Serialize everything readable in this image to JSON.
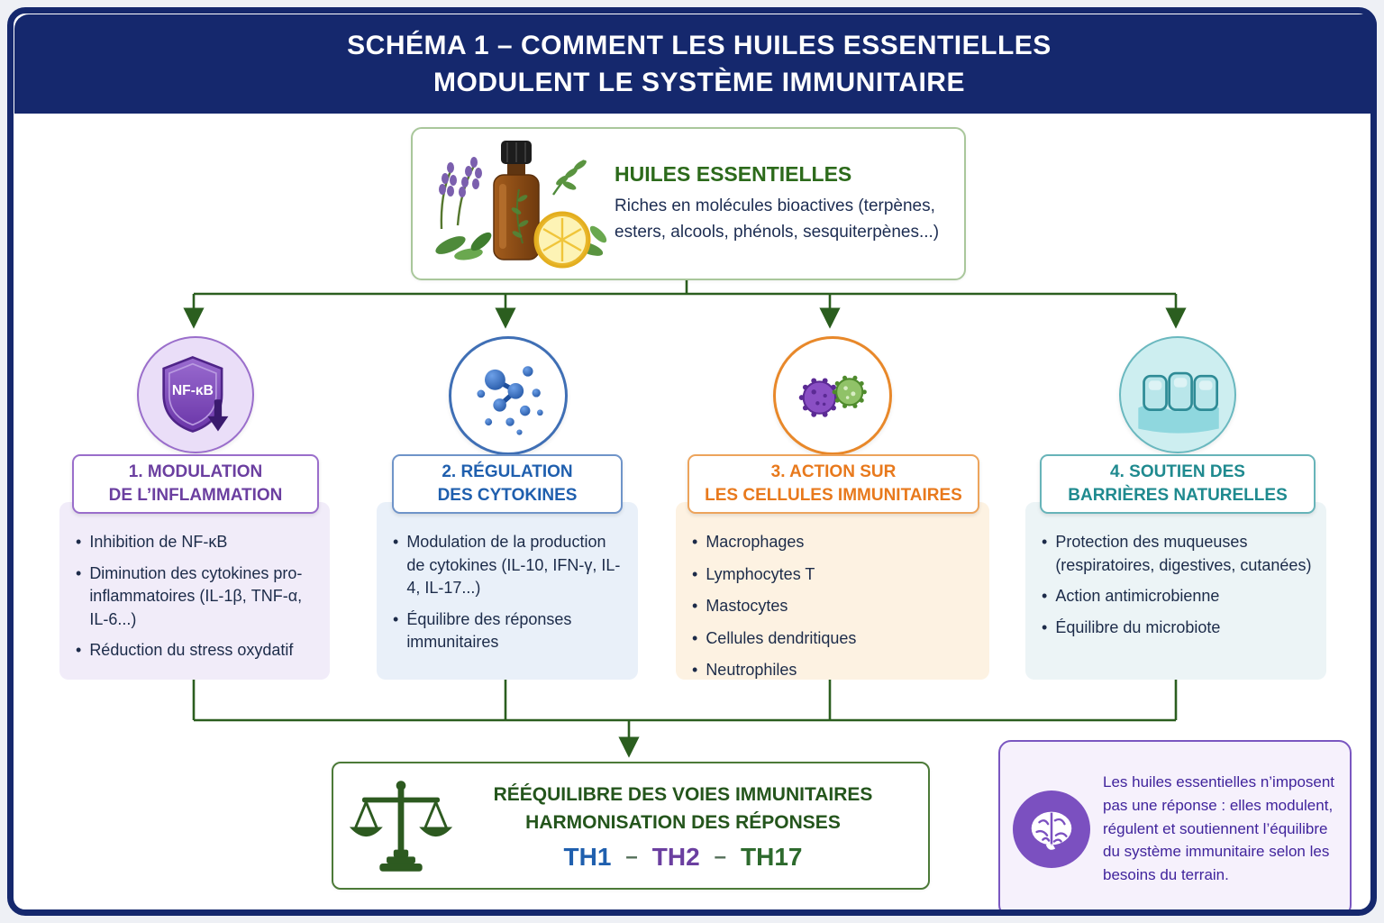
{
  "header": {
    "line1": "SCHÉMA 1 – COMMENT LES HUILES ESSENTIELLES",
    "line2": "MODULENT LE SYSTÈME IMMUNITAIRE"
  },
  "source": {
    "title": "HUILES ESSENTIELLES",
    "description": "Riches en molécules bioactives (terpènes, esters, alcools, phénols, sesquiterpènes...)"
  },
  "branches": [
    {
      "title": "1. MODULATION\nDE L’INFLAMMATION",
      "accent": "#6b3fa0",
      "badge": "NF-κB",
      "items": [
        "Inhibition de NF-κB",
        "Diminution des cytokines pro-inflammatoires (IL-1β, TNF-α, IL-6...)",
        "Réduction du stress oxydatif"
      ]
    },
    {
      "title": "2. RÉGULATION\nDES CYTOKINES",
      "accent": "#1f5fae",
      "items": [
        "Modulation de la production de cytokines (IL-10, IFN-γ, IL-4, IL-17...)",
        "Équilibre des réponses immunitaires"
      ]
    },
    {
      "title": "3. ACTION SUR\nLES CELLULES IMMUNITAIRES",
      "accent": "#e8791c",
      "items": [
        "Macrophages",
        "Lymphocytes T",
        "Mastocytes",
        "Cellules dendritiques",
        "Neutrophiles"
      ]
    },
    {
      "title": "4. SOUTIEN DES\nBARRIÈRES NATURELLES",
      "accent": "#1f8a8f",
      "items": [
        "Protection des muqueuses (respiratoires, digestives, cutanées)",
        "Action antimicrobienne",
        "Équilibre du microbiote"
      ]
    }
  ],
  "outcome": {
    "line1": "RÉÉQUILIBRE DES VOIES IMMUNITAIRES",
    "line2": "HARMONISATION DES RÉPONSES",
    "separator": "–",
    "pathways": [
      {
        "label": "TH1",
        "color": "#1f5fae"
      },
      {
        "label": "TH2",
        "color": "#6b3fa0"
      },
      {
        "label": "TH17",
        "color": "#2d6a2d"
      }
    ]
  },
  "note": {
    "text": "Les huiles essentielles n’imposent pas une réponse : elles modulent, régulent et soutiennent l’équilibre du système immunitaire selon les besoins du terrain."
  },
  "colors": {
    "header_bg": "#15286d",
    "connector_green": "#2b5e1f",
    "source_green": "#2c6a1b",
    "note_purple": "#40249c"
  }
}
